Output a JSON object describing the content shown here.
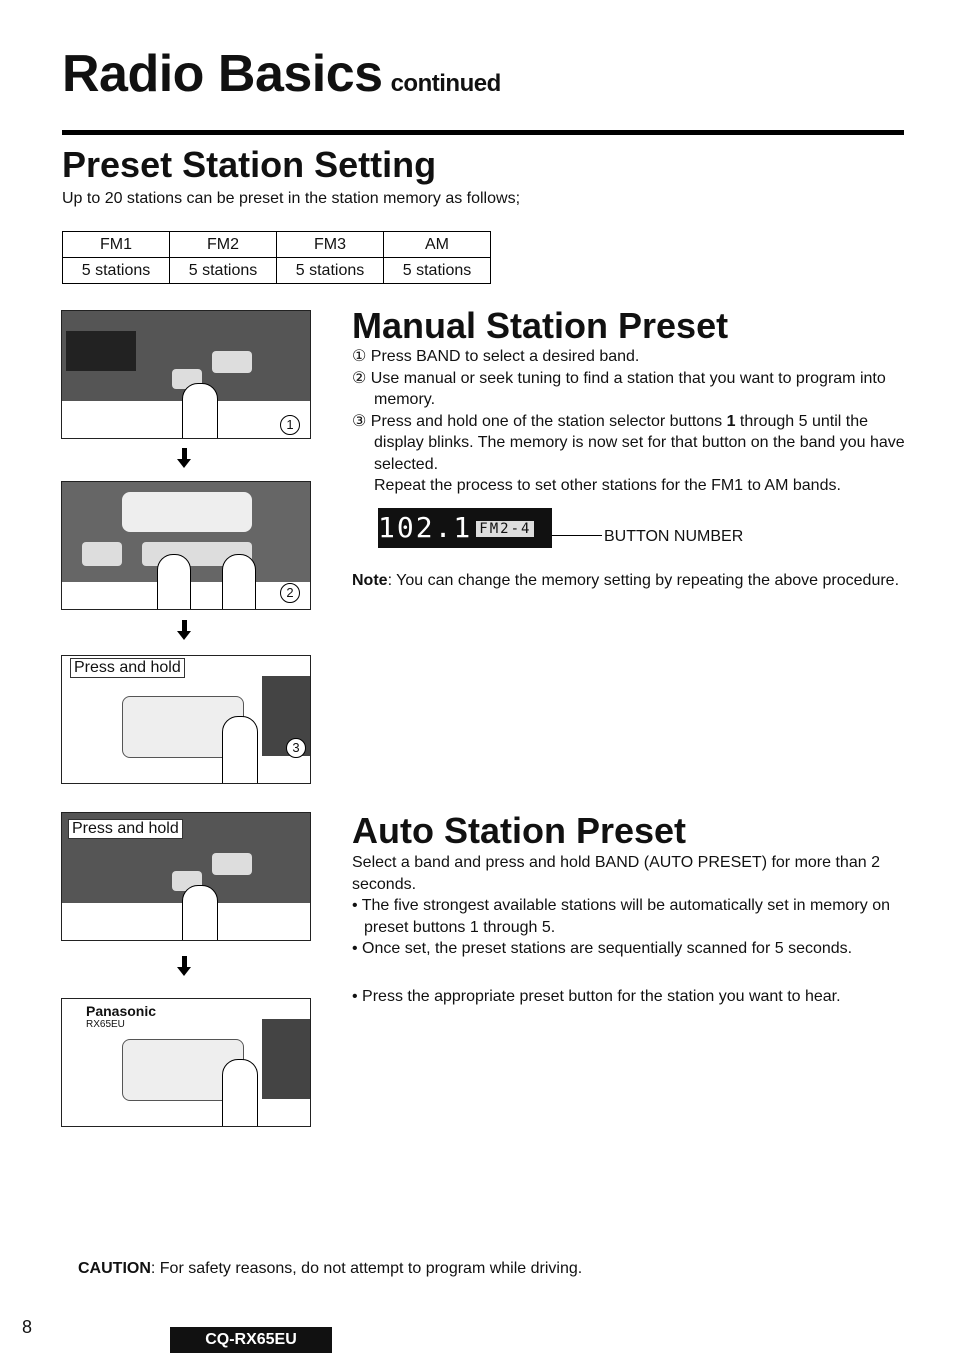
{
  "header": {
    "title": "Radio Basics",
    "continued": "continued"
  },
  "preset_setting": {
    "title": "Preset Station Setting",
    "intro": "Up to 20 stations can be preset in the station memory as follows;",
    "table": {
      "headers": [
        "FM1",
        "FM2",
        "FM3",
        "AM"
      ],
      "values": [
        "5 stations",
        "5 stations",
        "5 stations",
        "5 stations"
      ]
    }
  },
  "manual": {
    "title": "Manual Station Preset",
    "step1": "① Press BAND to select a desired band.",
    "step2": "② Use manual or seek tuning to find a station that you want to program into memory.",
    "step3_a": "③ Press and hold one of the station selector buttons ",
    "step3_bold": "1",
    "step3_b": " through 5 until the display blinks. The memory is now set for that button on the band you have selected.",
    "repeat": "Repeat the process to set other stations for the FM1 to AM bands.",
    "display_digits": "102.1",
    "display_band": "FM2-4",
    "button_number_label": "BUTTON NUMBER",
    "note_label": "Note",
    "note_text": ": You can change the memory setting by repeating the above procedure."
  },
  "auto": {
    "title": "Auto Station Preset",
    "intro": "Select a band and press and hold BAND (AUTO PRESET) for more than 2 seconds.",
    "bullet1": "• The five strongest available stations will be automatically set in memory on preset buttons 1 through 5.",
    "bullet2": "• Once set, the preset stations are sequentially scanned for 5 seconds.",
    "bullet3": "• Press the appropriate preset button for the station you want to hear."
  },
  "figures": {
    "press_and_hold": "Press and hold",
    "step_num_1": "1",
    "step_num_2": "2",
    "step_num_3": "3",
    "brand": "Panasonic",
    "model_small": "RX65EU"
  },
  "caution": {
    "label": "CAUTION",
    "text": ": For safety reasons, do not attempt to program while driving."
  },
  "footer": {
    "page_number": "8",
    "model": "CQ-RX65EU"
  }
}
